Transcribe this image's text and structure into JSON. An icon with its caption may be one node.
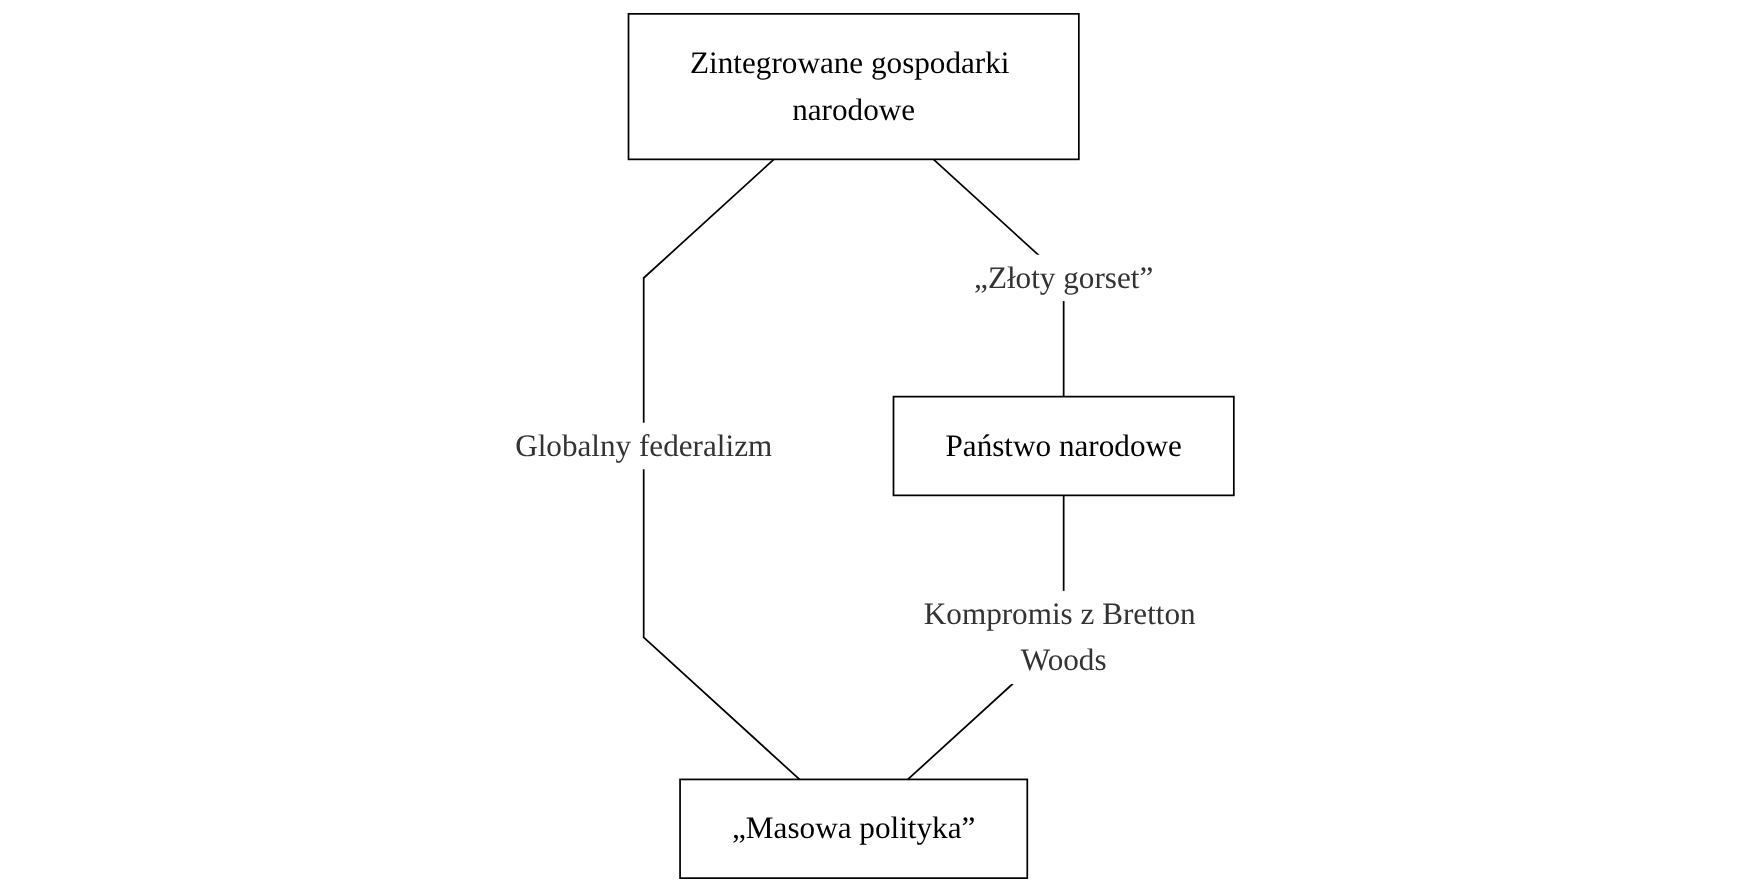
{
  "diagram": {
    "nodes": [
      {
        "text": [
          "Zintegrowane gospodarki narodowe"
        ]
      },
      {
        "text": [
          "Państwo narodowe"
        ]
      },
      {
        "text": [
          "„Masowa polityka”"
        ]
      }
    ],
    "edges": [
      {
        "from": 0,
        "to": 1,
        "arrow": "none",
        "label": "„Złoty gorset”"
      },
      {
        "from": 0,
        "to": 2,
        "arrow": "none",
        "label": "Globalny federalizm"
      },
      {
        "from": 1,
        "to": 2,
        "arrow": "none",
        "label": "Kompromis z Bretton Woods"
      }
    ]
  }
}
